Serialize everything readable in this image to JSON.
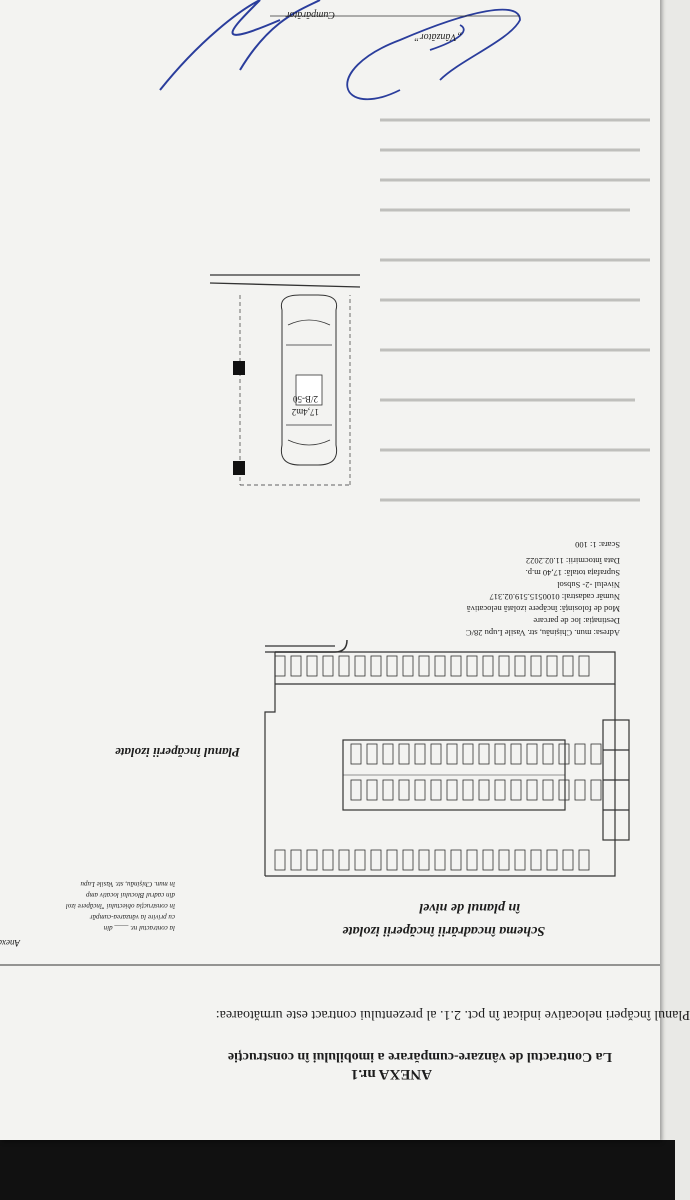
{
  "document": {
    "annex_title": "ANEXA nr.1",
    "contract_ref": "La Contractul de vânzare-cumpărare a imobilului în construcție",
    "intro_line": "Planul încăperi nelocative indicat în pct. 2.1. al prezentului contract este următoarea:",
    "side_note": {
      "label": "Anexa",
      "lines": [
        "la contractul nr. ____ din",
        "cu privire la vânzarea-cumpăr",
        "în construcția obiectului \"încăpere izol",
        "din cadrul Blocului locativ amp",
        "în mun. Chișinău, str. Vasile Lupu"
      ]
    },
    "scheme_title_1": "Schema încadrării încăperii izolate",
    "scheme_title_2": "în planul de nivel",
    "plan_title": "Planul încăperii izolate",
    "parking_label": "2/B-50",
    "parking_area": "17,4m2",
    "details": [
      "Adresa: mun. Chișinău, str. Vasile Lupu 28/C",
      "Destinația: loc de parcare",
      "Mod de folosință: încăpere izolată nelocativă",
      "Număr cadastral: 0100515.519.02.317",
      "Nivelul -2- Subsol",
      "Suprafața totală: 17,40 m.p.",
      "Data întocmirii: 11.02.2022",
      "Scara: 1: 100"
    ],
    "seller_label": "„Vânzător”",
    "buyer_label": "Cumpărător"
  }
}
